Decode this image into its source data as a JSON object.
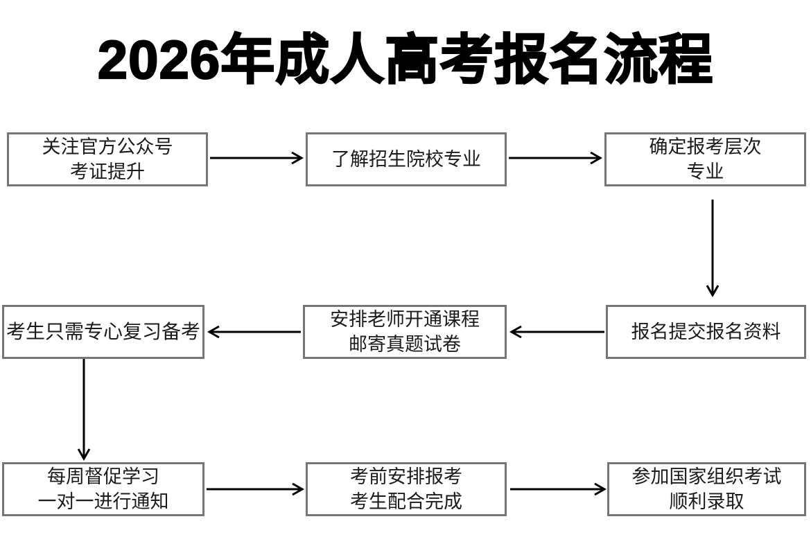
{
  "page": {
    "title": "2026年成人高考报名流程",
    "background_color": "#ffffff",
    "box_border_color": "#75757c",
    "text_color": "#1b1b1b",
    "arrow_color": "#000000"
  },
  "flowchart": {
    "type": "process-flow",
    "rows": 3,
    "columns": 3,
    "nodes": [
      {
        "id": "n1",
        "lines": [
          "关注官方公众号",
          "考证提升"
        ]
      },
      {
        "id": "n2",
        "lines": [
          "了解招生院校专业"
        ]
      },
      {
        "id": "n3",
        "lines": [
          "确定报考层次",
          "专业"
        ]
      },
      {
        "id": "n4",
        "lines": [
          "考生只需专心复习备考"
        ]
      },
      {
        "id": "n5",
        "lines": [
          "安排老师开通课程",
          "邮寄真题试卷"
        ]
      },
      {
        "id": "n6",
        "lines": [
          "报名提交报名资料"
        ]
      },
      {
        "id": "n7",
        "lines": [
          "每周督促学习",
          "一对一进行通知"
        ]
      },
      {
        "id": "n8",
        "lines": [
          "考前安排报考",
          "考生配合完成"
        ]
      },
      {
        "id": "n9",
        "lines": [
          "参加国家组织考试",
          "顺利录取"
        ]
      }
    ],
    "edges": [
      {
        "id": "e1",
        "from": "n1",
        "to": "n2",
        "direction": "right"
      },
      {
        "id": "e2",
        "from": "n2",
        "to": "n3",
        "direction": "right"
      },
      {
        "id": "e3",
        "from": "n3",
        "to": "n6",
        "direction": "down"
      },
      {
        "id": "e4",
        "from": "n6",
        "to": "n5",
        "direction": "left"
      },
      {
        "id": "e5",
        "from": "n5",
        "to": "n4",
        "direction": "left"
      },
      {
        "id": "e6",
        "from": "n4",
        "to": "n7",
        "direction": "down"
      },
      {
        "id": "e7",
        "from": "n7",
        "to": "n8",
        "direction": "right"
      },
      {
        "id": "e8",
        "from": "n8",
        "to": "n9",
        "direction": "right"
      }
    ]
  }
}
